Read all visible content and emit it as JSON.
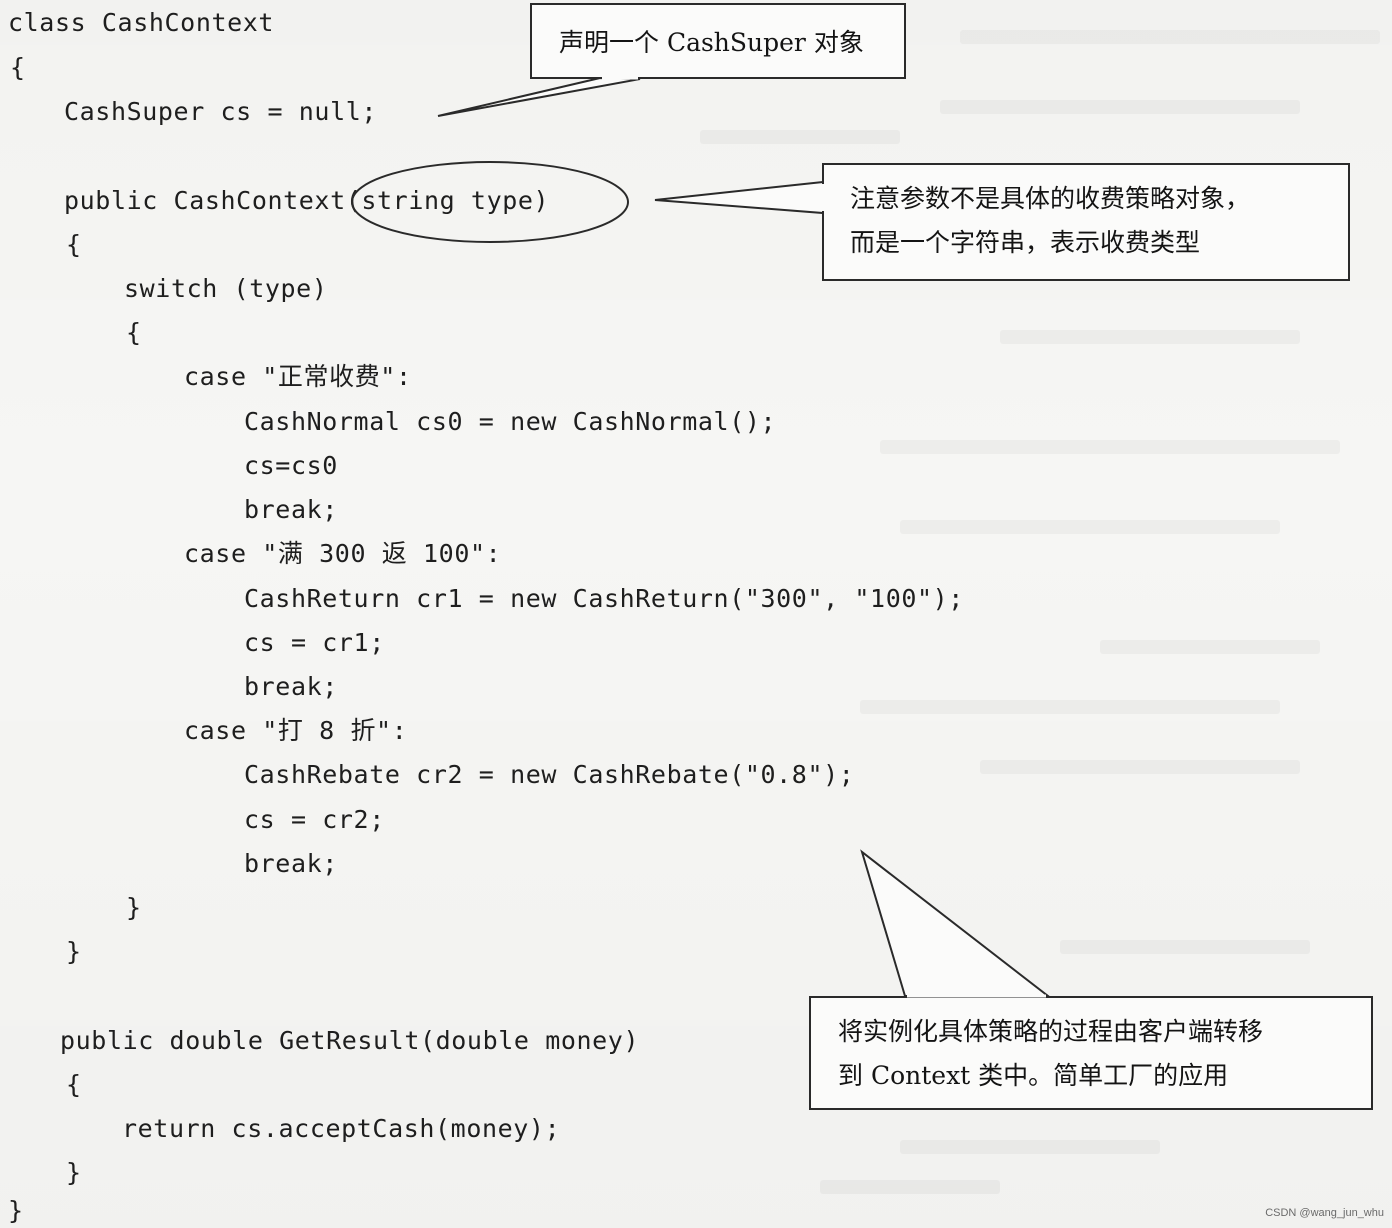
{
  "code": {
    "lines": [
      "class CashContext",
      "{",
      "CashSuper cs = null;",
      "public CashContext(string type)",
      "{",
      "switch (type)",
      "{",
      "case \"正常收费\":",
      "CashNormal cs0 = new CashNormal();",
      "cs=cs0",
      "break;",
      "case \"满 300 返 100\":",
      "CashReturn cr1 = new CashReturn(\"300\", \"100\");",
      "cs = cr1;",
      "break;",
      "case \"打 8 折\":",
      "CashRebate cr2 = new CashRebate(\"0.8\");",
      "cs = cr2;",
      "break;",
      "}",
      "}",
      "public double GetResult(double money)",
      "{",
      "return cs.acceptCash(money);",
      "}",
      "}"
    ]
  },
  "callouts": {
    "declare": {
      "line1": "声明一个 CashSuper 对象"
    },
    "param": {
      "line1": "注意参数不是具体的收费策略对象，",
      "line2": "而是一个字符串，表示收费类型"
    },
    "factory": {
      "line1": "将实例化具体策略的过程由客户端转移",
      "line2": "到 Context 类中。简单工厂的应用"
    }
  },
  "watermark": {
    "text": "CSDN @wang_jun_whu"
  }
}
